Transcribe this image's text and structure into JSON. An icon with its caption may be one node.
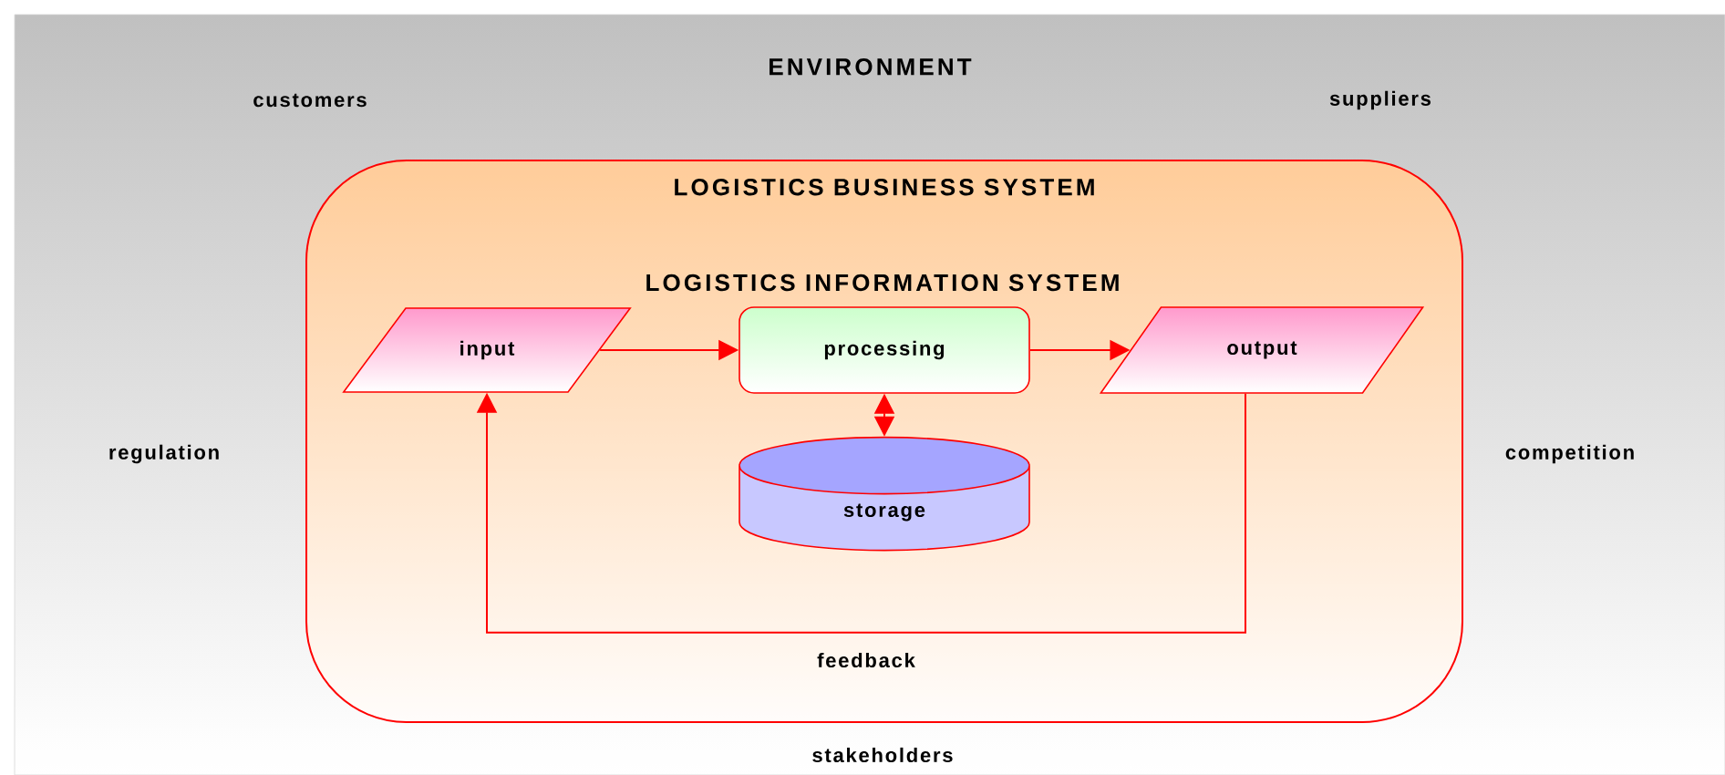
{
  "diagram": {
    "nodes": [
      {
        "text": [
          "ENVIRONMENT"
        ]
      },
      {
        "text": [
          "LOGISTICS BUSINESS SYSTEM"
        ],
        "in": 0
      },
      {
        "text": [
          "input"
        ],
        "in": 1
      },
      {
        "text": [
          "processing"
        ],
        "in": 1
      },
      {
        "text": [
          "output"
        ],
        "in": 1
      },
      {
        "text": [
          "storage"
        ],
        "in": 1
      }
    ],
    "edges": [
      {
        "from": 2,
        "to": 3,
        "arrow": "to"
      },
      {
        "from": 3,
        "to": 4,
        "arrow": "to"
      },
      {
        "from": 3,
        "to": 5,
        "arrow": "both"
      },
      {
        "from": 4,
        "to": 2,
        "arrow": "to",
        "label": "feedback"
      }
    ],
    "labels": [
      "customers",
      "suppliers",
      "LOGISTICS INFORMATION SYSTEM",
      "regulation",
      "competition",
      "stakeholders"
    ]
  }
}
